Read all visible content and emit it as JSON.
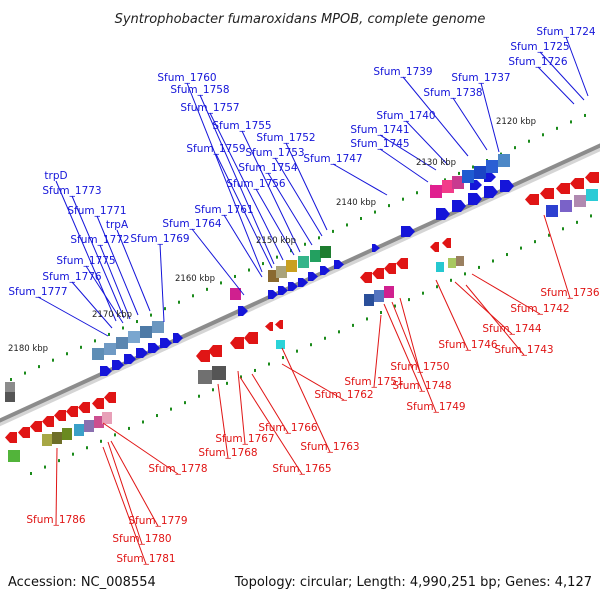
{
  "title": "Syntrophobacter fumaroxidans MPOB, complete genome",
  "footer": {
    "accession": "Accession: NC_008554",
    "stats": "Topology: circular; Length: 4,990,251 bp; Genes: 4,127"
  },
  "colors": {
    "forward": "#1515d9",
    "reverse": "#e01515",
    "backbone": "#8c8c8c",
    "tick": "#1a8a1a"
  },
  "kbp_marks": [
    "2120 kbp",
    "2130 kbp",
    "2140 kbp",
    "2150 kbp",
    "2160 kbp",
    "2170 kbp",
    "2180 kbp"
  ],
  "forward_genes": [
    "Sfum_1724",
    "Sfum_1725",
    "Sfum_1726",
    "Sfum_1737",
    "Sfum_1738",
    "Sfum_1739",
    "Sfum_1740",
    "Sfum_1741",
    "Sfum_1745",
    "Sfum_1747",
    "Sfum_1752",
    "Sfum_1753",
    "Sfum_1754",
    "Sfum_1755",
    "Sfum_1756",
    "Sfum_1757",
    "Sfum_1758",
    "Sfum_1759",
    "Sfum_1760",
    "Sfum_1761",
    "Sfum_1764",
    "Sfum_1769",
    "trpD",
    "Sfum_1773",
    "Sfum_1771",
    "trpA",
    "Sfum_1772",
    "Sfum_1775",
    "Sfum_1776",
    "Sfum_1777"
  ],
  "reverse_genes": [
    "Sfum_1736",
    "Sfum_1742",
    "Sfum_1743",
    "Sfum_1744",
    "Sfum_1746",
    "Sfum_1748",
    "Sfum_1749",
    "Sfum_1750",
    "Sfum_1751",
    "Sfum_1762",
    "Sfum_1763",
    "Sfum_1765",
    "Sfum_1766",
    "Sfum_1767",
    "Sfum_1768",
    "Sfum_1778",
    "Sfum_1779",
    "Sfum_1780",
    "Sfum_1781",
    "Sfum_1786"
  ]
}
